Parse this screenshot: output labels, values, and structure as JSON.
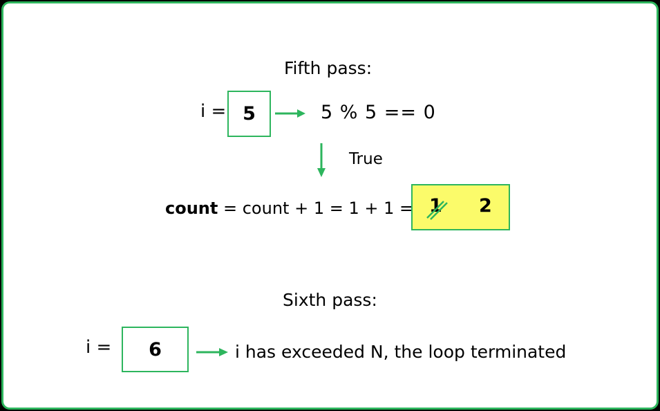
{
  "fifth_pass": {
    "title": "Fifth pass:",
    "i_label": "i =",
    "i_value": "5",
    "condition": "5 % 5 == 0",
    "branch_label": "True",
    "count_bold": "count",
    "count_expr": "= count + 1 = 1 + 1 =",
    "old_count": "1",
    "new_count": "2"
  },
  "sixth_pass": {
    "title": "Sixth pass:",
    "i_label": "i =",
    "i_value": "6",
    "message": "i has exceeded N, the loop terminated"
  },
  "colors": {
    "accent": "#2db55d",
    "highlight": "#fbfb6a",
    "outer_background": "#000000",
    "panel_background": "#ffffff"
  }
}
